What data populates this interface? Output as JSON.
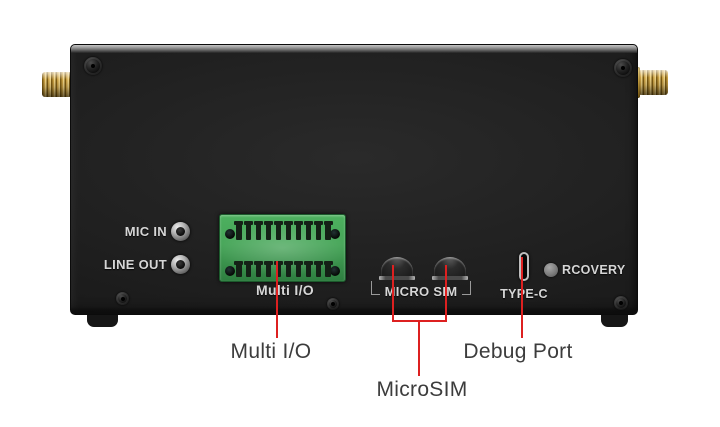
{
  "scene": {
    "description": "Front panel of a black industrial embedded computer with annotated port callouts",
    "background": "#ffffff"
  },
  "device": {
    "panel_labels": {
      "mic_in": "MIC IN",
      "line_out": "LINE OUT",
      "multi_io": "Multi I/O",
      "micro_sim": "MICRO SIM",
      "type_c": "TYPE-C",
      "recovery": "RCOVERY"
    },
    "terminal_block": {
      "rows": 2,
      "columns": 10
    },
    "sim_slots": 2,
    "antenna_connectors": 2
  },
  "annotations": {
    "multi_io": "Multi I/O",
    "microsim": "MicroSIM",
    "debug_port": "Debug Port"
  },
  "colors": {
    "callout_red": "#dd2020",
    "terminal_green": "#46a558",
    "antenna_gold": "#c9a044",
    "panel_black": "#1e1e1e",
    "panel_text": "#d6d6d6",
    "annotation_text": "#3c3c3c",
    "background": "#ffffff"
  }
}
